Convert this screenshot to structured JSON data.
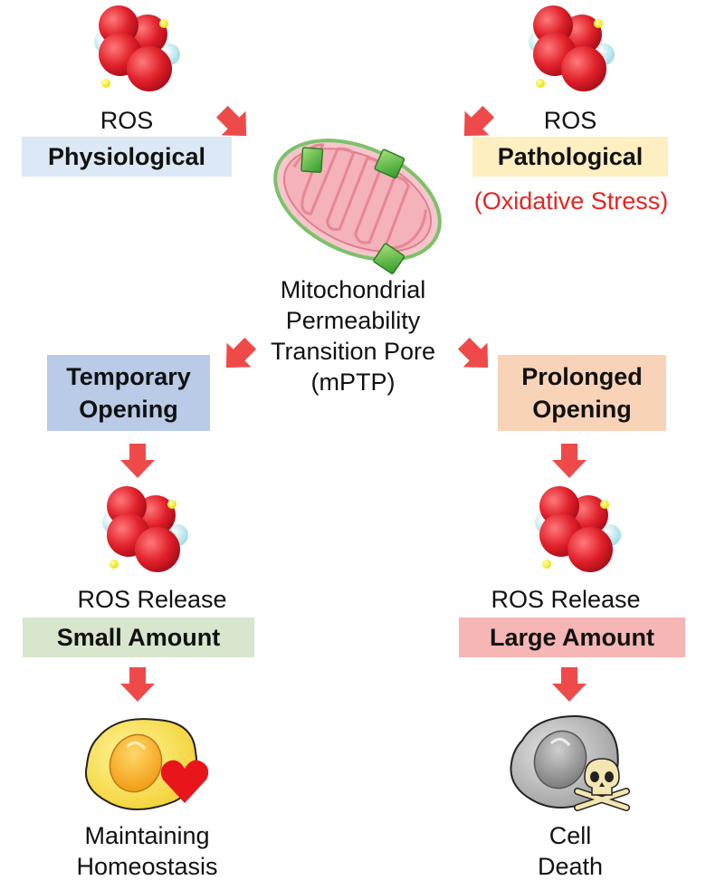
{
  "ros_left": "ROS",
  "ros_right": "ROS",
  "physiological": "Physiological",
  "pathological": "Pathological",
  "oxidative_stress": "(Oxidative Stress)",
  "mptp": [
    "Mitochondrial",
    "Permeability",
    "Transition Pore",
    "(mPTP)"
  ],
  "temporary_opening": [
    "Temporary",
    "Opening"
  ],
  "prolonged_opening": [
    "Prolonged",
    "Opening"
  ],
  "ros_release_left": "ROS Release",
  "ros_release_right": "ROS Release",
  "small_amount": "Small Amount",
  "large_amount": "Large Amount",
  "outcome_left": [
    "Maintaining",
    "Homeostasis"
  ],
  "outcome_right": [
    "Cell",
    "Death"
  ],
  "colors": {
    "arrow": "#ef4a4a",
    "physiological_box": "#dce8f5",
    "pathological_box": "#fdefc0",
    "temporary_box": "#b9cbe6",
    "prolonged_box": "#f9d3b8",
    "small_box": "#d7e6cc",
    "large_box": "#f6b6b6",
    "alert_text": "#e32622"
  },
  "icons": [
    "ros-molecule-icon",
    "mitochondrion-icon",
    "healthy-cell-icon",
    "heart-icon",
    "dead-cell-icon",
    "skull-crossbones-icon"
  ]
}
